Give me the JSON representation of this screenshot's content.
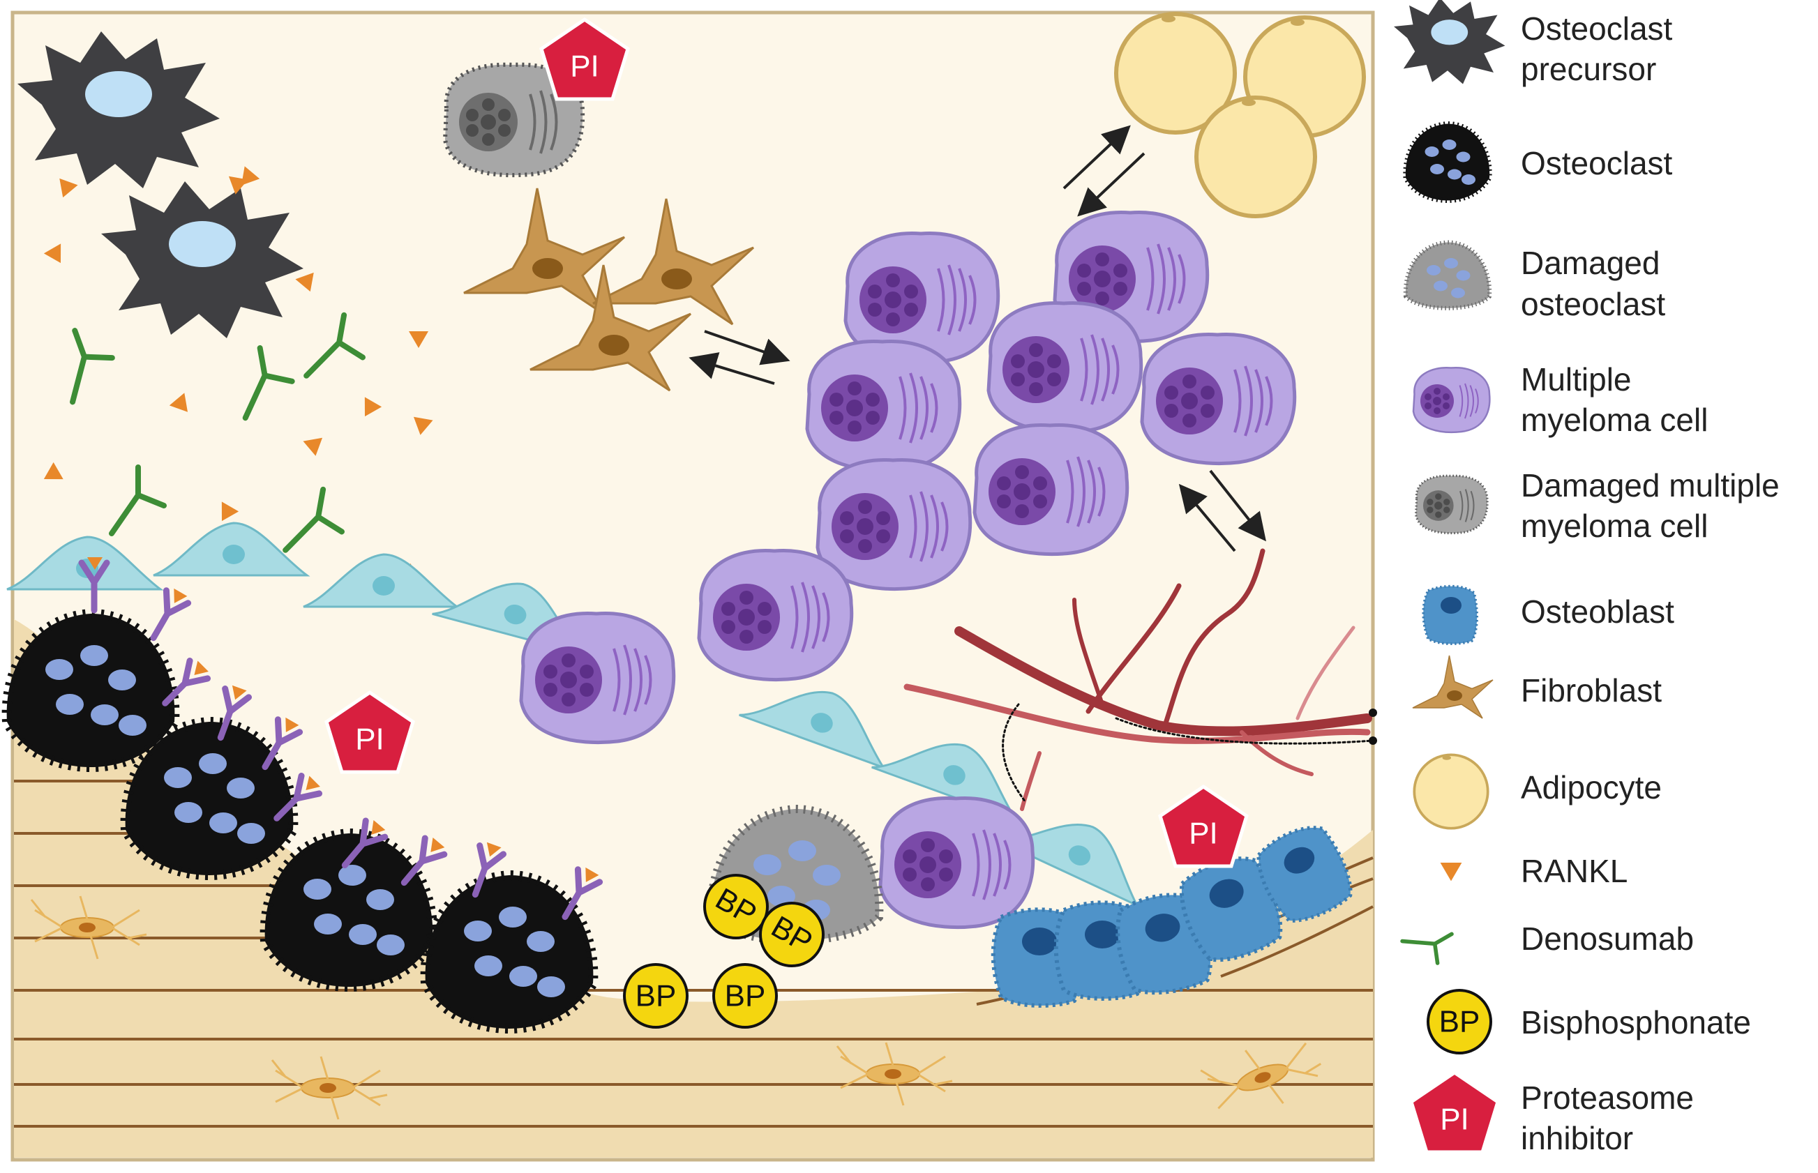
{
  "colors": {
    "panel_bg": "#fdf7e9",
    "panel_border": "#c9b58a",
    "bone": "#f0dcb0",
    "bone_line": "#8a5a2a",
    "osteoclast_precursor": "#3f3f42",
    "osteoclast": "#111111",
    "nucleus": "#8aa3dc",
    "myeloma": "#b9a6e3",
    "myeloma_nucleus": "#7a4aa8",
    "damaged": "#8c8c8c",
    "osteoblast": "#4f93c9",
    "fibroblast": "#c89650",
    "adipocyte": "#fbe7a9",
    "rankl": "#e8882a",
    "denosumab": "#3d8d36",
    "bp": "#f4d60f",
    "pi": "#d81f3f",
    "lining_cell": "#a8dbe3",
    "vessel": "#a0353a"
  },
  "labels": {
    "pi": "PI",
    "bp": "BP"
  },
  "legend": {
    "items": [
      {
        "icon": "osteoclast-precursor-icon",
        "lines": [
          "Osteoclast",
          "precursor"
        ]
      },
      {
        "icon": "osteoclast-icon",
        "lines": [
          "Osteoclast"
        ]
      },
      {
        "icon": "damaged-osteoclast-icon",
        "lines": [
          "Damaged",
          "osteoclast"
        ]
      },
      {
        "icon": "myeloma-cell-icon",
        "lines": [
          "Multiple",
          "myeloma cell"
        ]
      },
      {
        "icon": "damaged-myeloma-cell-icon",
        "lines": [
          "Damaged multiple",
          "myeloma cell"
        ]
      },
      {
        "icon": "osteoblast-icon",
        "lines": [
          "Osteoblast"
        ]
      },
      {
        "icon": "fibroblast-icon",
        "lines": [
          "Fibroblast"
        ]
      },
      {
        "icon": "adipocyte-icon",
        "lines": [
          "Adipocyte"
        ]
      },
      {
        "icon": "rankl-icon",
        "lines": [
          "RANKL"
        ]
      },
      {
        "icon": "denosumab-icon",
        "lines": [
          "Denosumab"
        ]
      },
      {
        "icon": "bisphosphonate-icon",
        "lines": [
          "Bisphosphonate"
        ]
      },
      {
        "icon": "proteasome-inhibitor-icon",
        "lines": [
          "Proteasome",
          "inhibitor"
        ]
      }
    ]
  }
}
